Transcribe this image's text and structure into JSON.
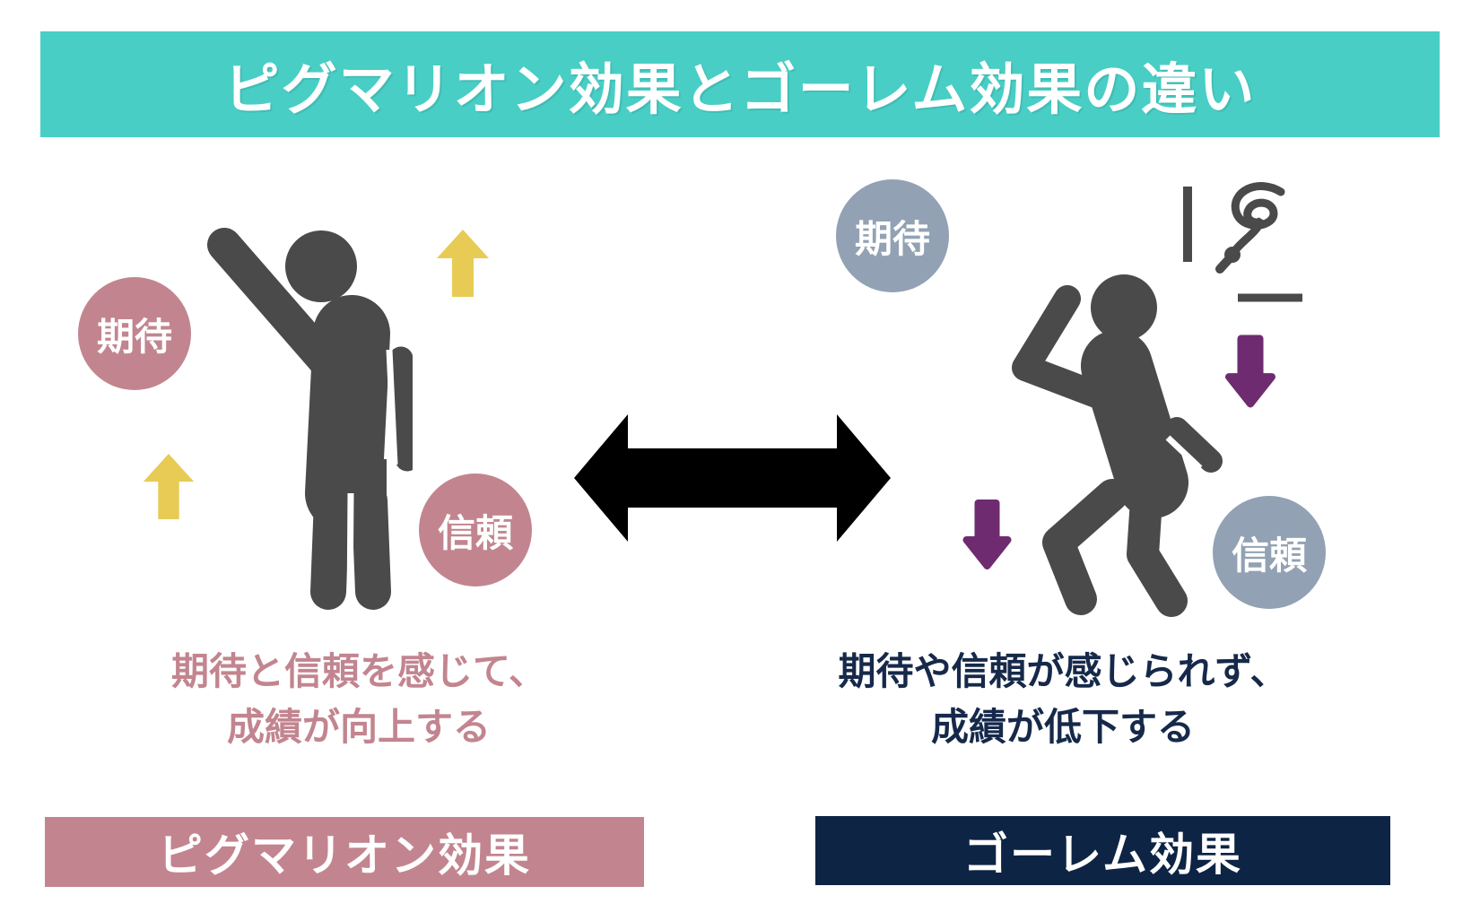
{
  "title": "ピグマリオン効果とゴーレム効果の違い",
  "colors": {
    "teal": "#48CEC5",
    "pink": "#C2858F",
    "navy": "#0D2445",
    "caption_navy": "#16294A",
    "yellow": "#E7CB55",
    "purple": "#6E2B70",
    "gray_blue": "#92A1B3",
    "figure_gray": "#4A4A4A",
    "arrow_black": "#000000"
  },
  "left_panel": {
    "expectation_badge": "期待",
    "trust_badge": "信頼",
    "caption_line1": "期待と信頼を感じて、",
    "caption_line2": "成績が向上する",
    "banner": "ピグマリオン効果"
  },
  "right_panel": {
    "expectation_badge": "期待",
    "trust_badge": "信頼",
    "caption_line1": "期待や信頼が感じられず、",
    "caption_line2": "成績が低下する",
    "banner": "ゴーレム効果"
  },
  "icons": {
    "up_arrow": "↑",
    "down_arrow": "↓",
    "double_arrow": "↔",
    "person_confident": "person raising arm pictogram",
    "person_dejected": "slumping person pictogram",
    "frustration_scribble": "scribble doodle"
  }
}
